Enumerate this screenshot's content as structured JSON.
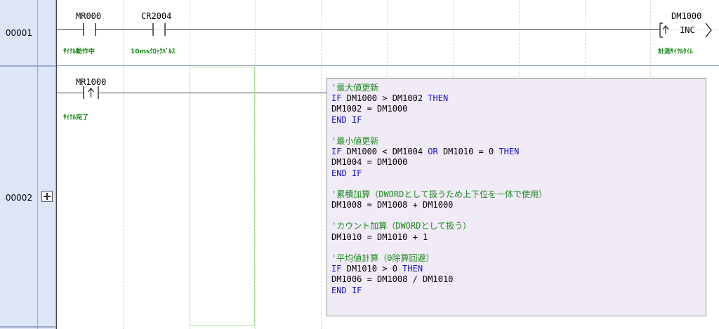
{
  "rungs": [
    {
      "number": "00001"
    },
    {
      "number": "00002"
    }
  ],
  "rung1": {
    "contact1": {
      "device": "MR000",
      "comment": "ｻｲｸﾙ動作中"
    },
    "contact2": {
      "device": "CR2004",
      "comment": "10msｸﾛｯｸﾊﾟﾙｽ"
    },
    "output": {
      "device": "DM1000",
      "instruction": "INC",
      "comment": "計測ｻｲｸﾙﾀｲﾑ"
    }
  },
  "rung2": {
    "contact1": {
      "device": "MR1000",
      "comment": "ｻｲｸﾙ完了"
    }
  },
  "script": [
    [
      {
        "t": "cm",
        "v": "'最大値更新"
      }
    ],
    [
      {
        "t": "kw",
        "v": "IF"
      },
      {
        "t": "tx",
        "v": " DM1000 > DM1002 "
      },
      {
        "t": "kw",
        "v": "THEN"
      }
    ],
    [
      {
        "t": "tx",
        "v": "DM1002 = DM1000"
      }
    ],
    [
      {
        "t": "kw",
        "v": "END IF"
      }
    ],
    [],
    [
      {
        "t": "cm",
        "v": "'最小値更新"
      }
    ],
    [
      {
        "t": "kw",
        "v": "IF"
      },
      {
        "t": "tx",
        "v": " DM1000 < DM1004 "
      },
      {
        "t": "kw",
        "v": "OR"
      },
      {
        "t": "tx",
        "v": " DM1010 = 0 "
      },
      {
        "t": "kw",
        "v": "THEN"
      }
    ],
    [
      {
        "t": "tx",
        "v": "DM1004 = DM1000"
      }
    ],
    [
      {
        "t": "kw",
        "v": "END IF"
      }
    ],
    [],
    [
      {
        "t": "cm",
        "v": "'累積加算（DWORDとして扱うため上下位を一体で使用）"
      }
    ],
    [
      {
        "t": "tx",
        "v": "DM1008 = DM1008 + DM1000"
      }
    ],
    [],
    [
      {
        "t": "cm",
        "v": "'カウント加算（DWORDとして扱う）"
      }
    ],
    [
      {
        "t": "tx",
        "v": "DM1010 = DM1010 + 1"
      }
    ],
    [],
    [
      {
        "t": "cm",
        "v": "'平均値計算（0除算回避）"
      }
    ],
    [
      {
        "t": "kw",
        "v": "IF"
      },
      {
        "t": "tx",
        "v": " DM1010 > 0 "
      },
      {
        "t": "kw",
        "v": "THEN"
      }
    ],
    [
      {
        "t": "tx",
        "v": "DM1006 = DM1008 / DM1010"
      }
    ],
    [
      {
        "t": "kw",
        "v": "END IF"
      }
    ]
  ],
  "colors": {
    "keyword": "#1414c8",
    "comment": "#1a8a1a",
    "script_bg": "#f1ebf8",
    "number_col_bg": "#dde6f7"
  }
}
